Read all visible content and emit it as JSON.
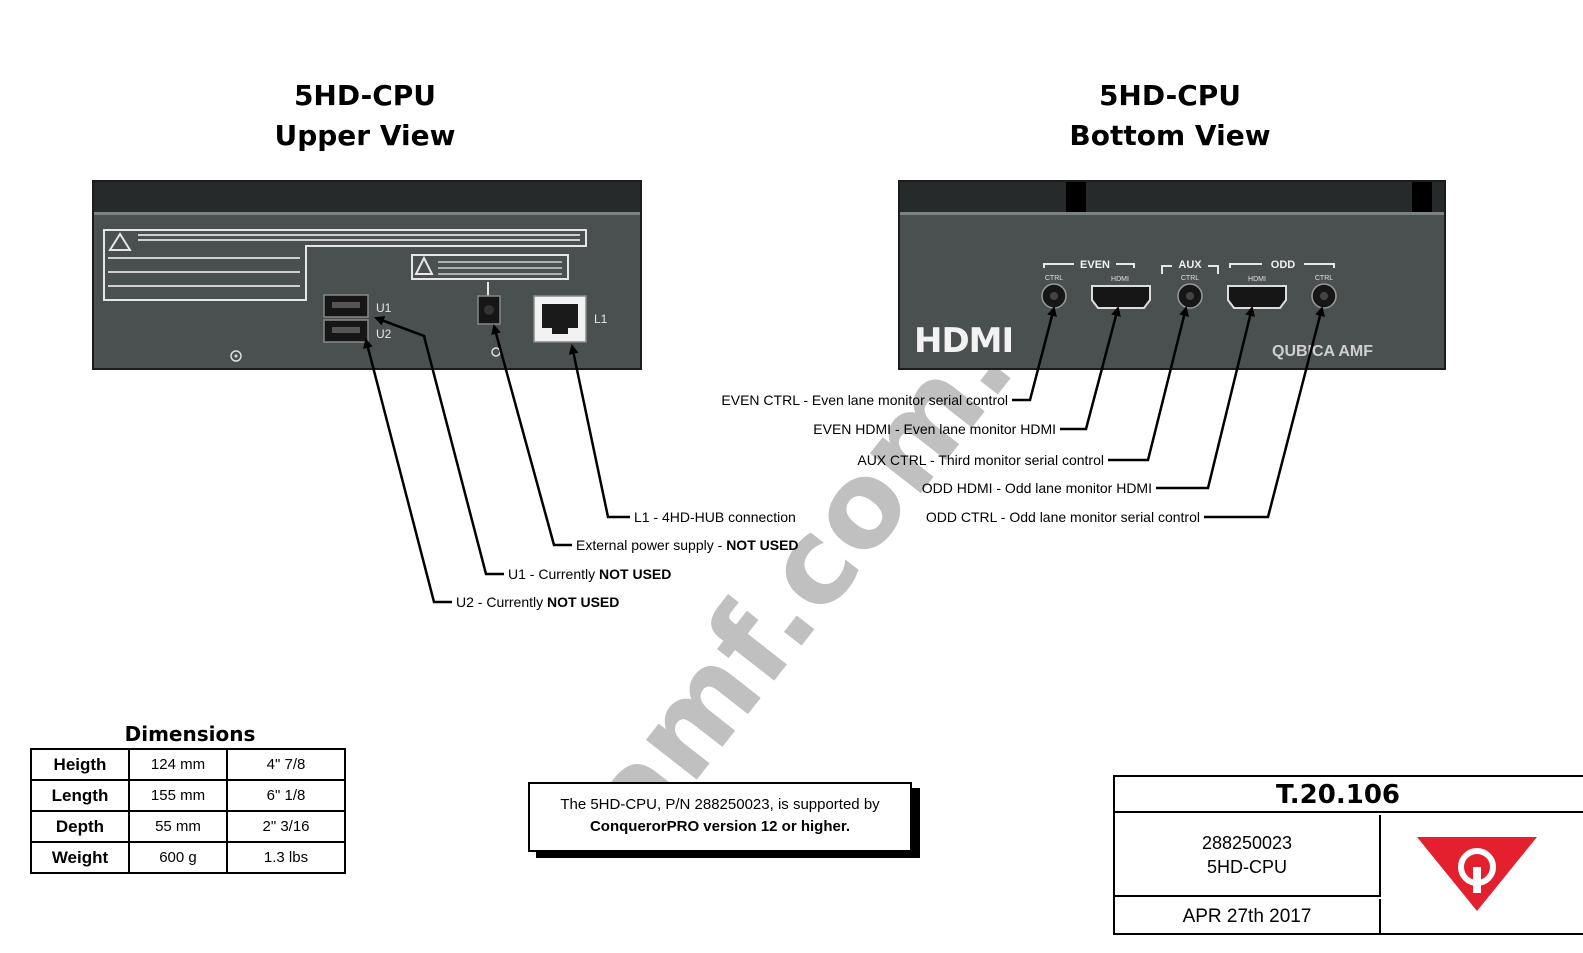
{
  "upper": {
    "title_line1": "5HD-CPU",
    "title_line2": "Upper View",
    "port_labels": {
      "u1": "U1",
      "u2": "U2",
      "l1": "L1"
    },
    "callouts": [
      {
        "lead": "L1 - 4HD-HUB connection",
        "strong": ""
      },
      {
        "lead": "External power supply - ",
        "strong": "NOT USED"
      },
      {
        "lead": "U1 - Currently ",
        "strong": "NOT USED"
      },
      {
        "lead": "U2 - Currently ",
        "strong": "NOT USED"
      }
    ]
  },
  "bottom": {
    "title_line1": "5HD-CPU",
    "title_line2": "Bottom View",
    "group_labels": {
      "even": "EVEN",
      "aux": "AUX",
      "odd": "ODD"
    },
    "port_labels": {
      "ctrl": "CTRL",
      "hdmi": "HDMI"
    },
    "logo_text": "HDMI",
    "brand_text": "QUBICA AMF",
    "callouts": [
      "EVEN CTRL - Even lane monitor serial control",
      "EVEN HDMI - Even lane monitor HDMI",
      "AUX CTRL - Third monitor serial control",
      "ODD HDMI - Odd lane monitor HDMI",
      "ODD CTRL - Odd lane monitor serial control"
    ]
  },
  "dimensions": {
    "title": "Dimensions",
    "rows": [
      {
        "label": "Heigth",
        "metric": "124 mm",
        "imperial": "4\" 7/8"
      },
      {
        "label": "Length",
        "metric": "155 mm",
        "imperial": "6\" 1/8"
      },
      {
        "label": "Depth",
        "metric": "55 mm",
        "imperial": "2\" 3/16"
      },
      {
        "label": "Weight",
        "metric": "600 g",
        "imperial": "1.3 lbs"
      }
    ]
  },
  "support_note": {
    "line1": "The 5HD-CPU, P/N 288250023, is supported by",
    "line2": "ConquerorPRO version 12 or higher."
  },
  "titleblock": {
    "doc_number": "T.20.106",
    "part_number": "288250023",
    "part_name": "5HD-CPU",
    "date": "APR 27th 2017"
  },
  "watermark": "amf.com.tr",
  "colors": {
    "panel": "#4a5050",
    "lid": "#262a2a",
    "logo_red": "#e4202e"
  }
}
